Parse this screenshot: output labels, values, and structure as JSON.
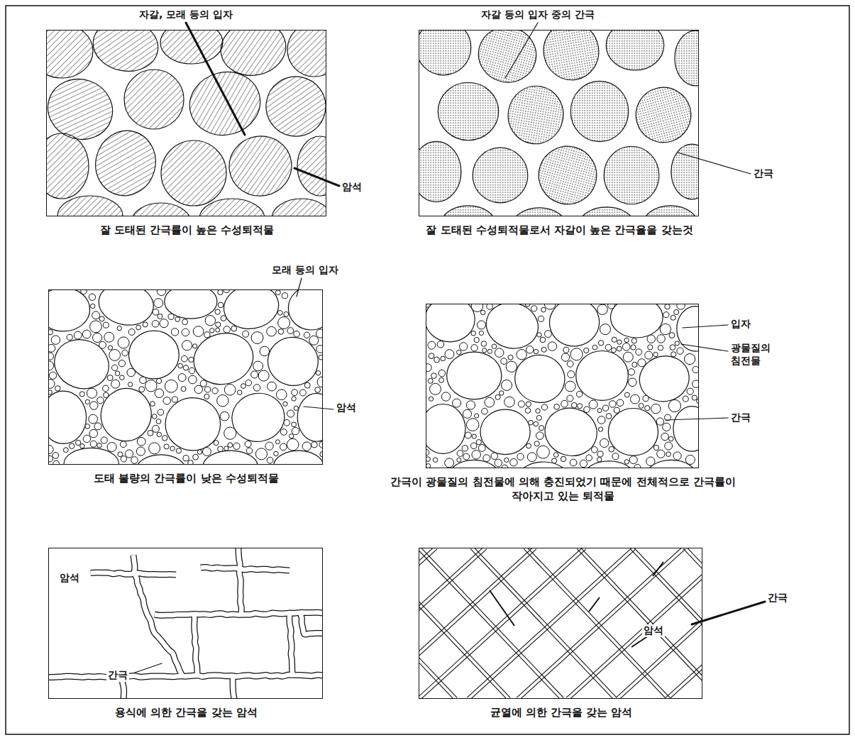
{
  "diagram": {
    "nodes": [
      {
        "text": [
          "잘 도태된 간극률이 높은 수성퇴적물"
        ]
      },
      {
        "text": [
          "잘 도태된 수성퇴적물로서 자갈이 높은 간극율을 갖는것"
        ]
      },
      {
        "text": [
          "도태 불량의 간극률이 낮은 수성퇴적물"
        ]
      },
      {
        "text": [
          "간극이 광물질의 침전물에 의해 충진되었기 때문에 전체적으로 간극률이 작아지고 있는 퇴적물"
        ]
      },
      {
        "text": [
          "용식에 의한 간극을 갖는 암석"
        ]
      },
      {
        "text": [
          "균열에 의한 간극을 갖는 암석"
        ]
      }
    ],
    "labels": [
      "자갈, 모래 등의 입자",
      "암석",
      "자갈 등의 입자 중의 간극",
      "간극",
      "모래 등의 입자",
      "암석",
      "입자",
      "광물질의 침전물",
      "간극",
      "암석",
      "간극",
      "간극",
      "암석"
    ]
  }
}
